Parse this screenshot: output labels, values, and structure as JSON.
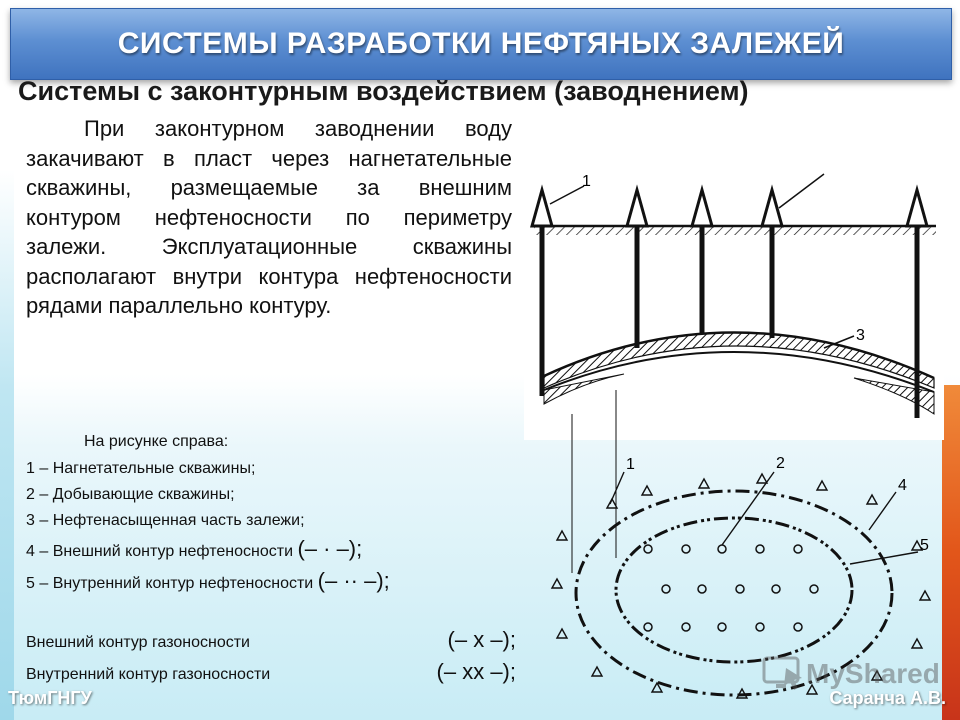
{
  "slide": {
    "title": "СИСТЕМЫ РАЗРАБОТКИ НЕФТЯНЫХ ЗАЛЕЖЕЙ",
    "subtitle": "Системы с законтурным воздействием (заводнением)",
    "paragraph": "При законтурном заводнении воду закачивают в пласт через нагнетательные скважины, размещаемые за внешним контуром нефтеносности по периметру залежи. Эксплуатационные скважины располагают внутри контура нефтеносности рядами параллельно контуру."
  },
  "legend": {
    "intro": "На рисунке справа:",
    "items": [
      {
        "text": "1 – Нагнетательные скважины;"
      },
      {
        "text": "2 – Добывающие скважины;"
      },
      {
        "text": "3 – Нефтенасыщенная часть залежи;"
      },
      {
        "text": "4 – Внешний контур нефтеносности ",
        "symbol": "(– · –);"
      },
      {
        "text": "5 – Внутренний контур нефтеносности ",
        "symbol": "(– ·· –);"
      }
    ],
    "gas": [
      {
        "text": "Внешний контур газоносности",
        "symbol": "(– x –);"
      },
      {
        "text": "Внутренний контур газоносности",
        "symbol": "(– xx –);"
      }
    ]
  },
  "diagram": {
    "labels": [
      "1",
      "3",
      "1",
      "2",
      "4",
      "5"
    ]
  },
  "footer": {
    "left": "ТюмГНГУ",
    "right": "Саранча А.В."
  },
  "watermark": {
    "logo_icon": "myshared-logo-icon",
    "text": "MyShared"
  },
  "colors": {
    "title_bar": "#4a7ec6",
    "accent_orange": "#e2561a",
    "background_light_blue": "#c8ecf5"
  }
}
